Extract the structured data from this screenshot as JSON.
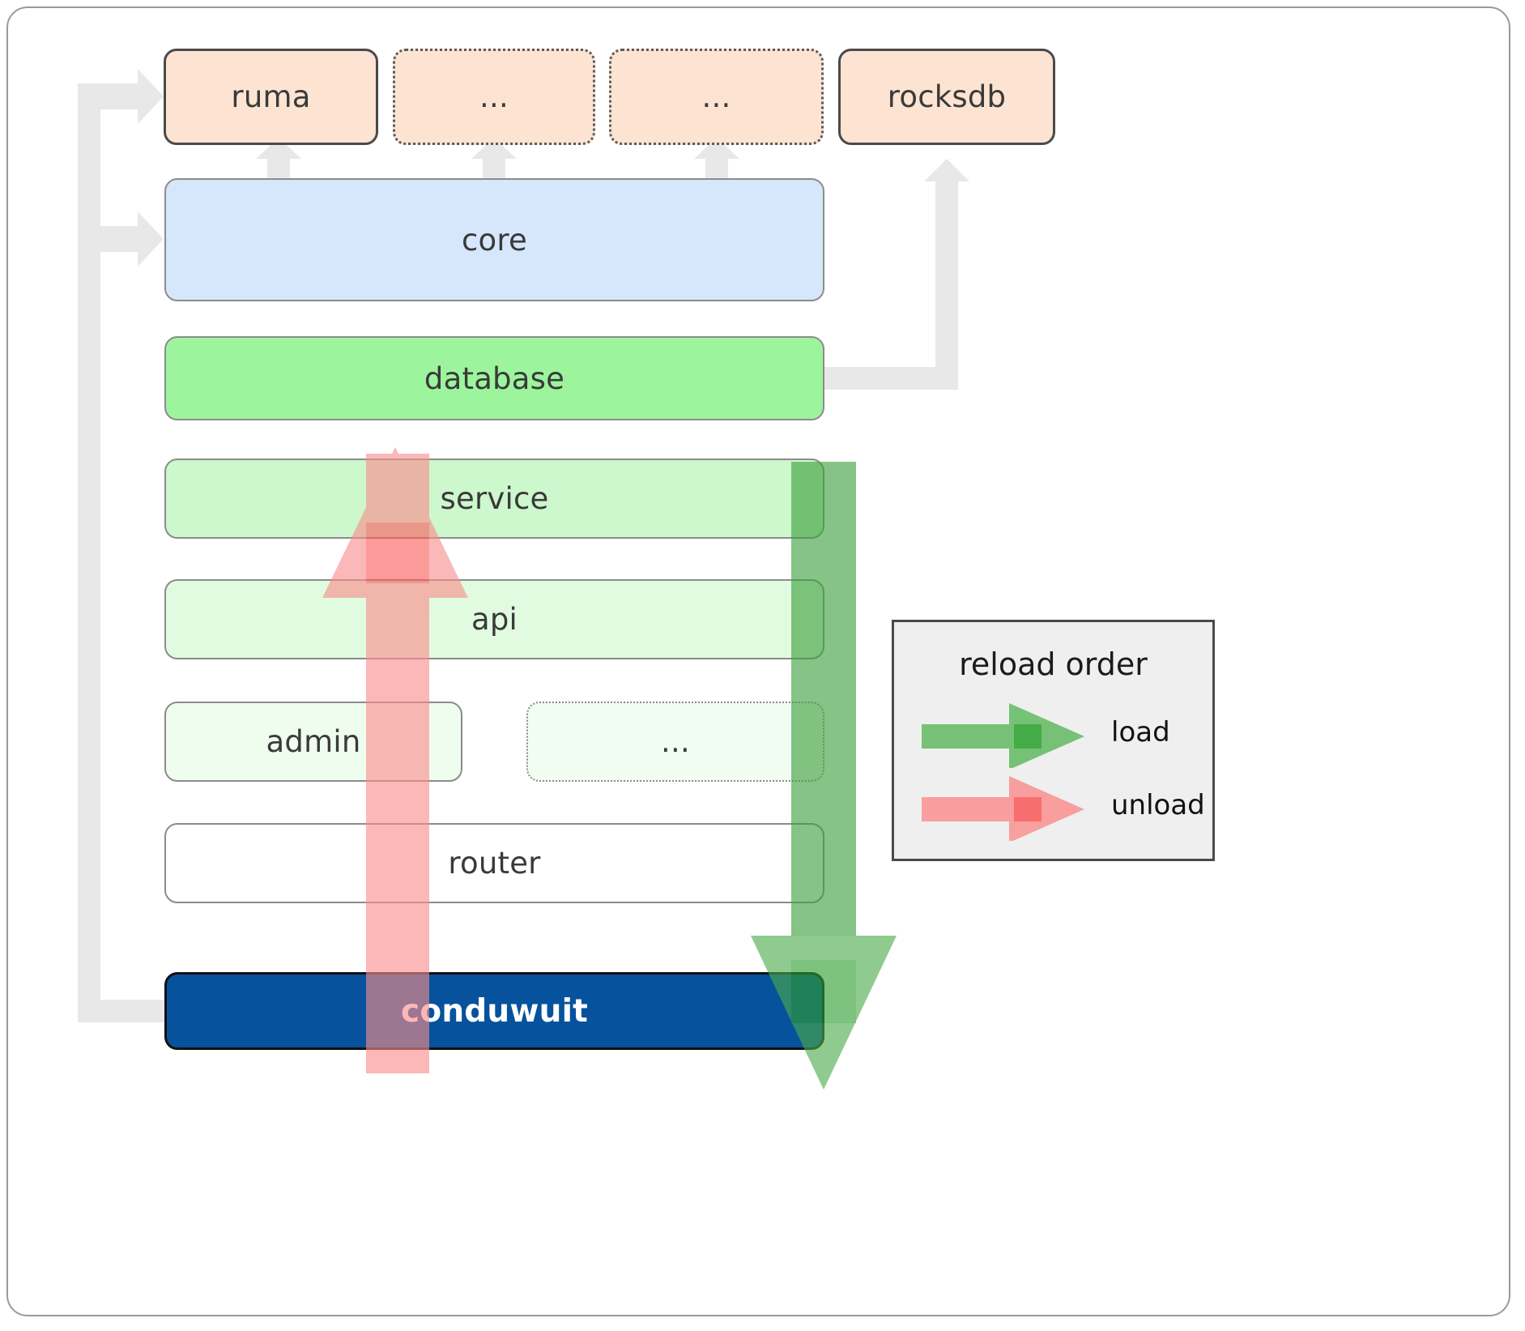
{
  "diagram": {
    "title": "conduwuit crate layer / reload order diagram",
    "colors": {
      "crate_fill": "#fde3d2",
      "core_fill": "#d6e7fb",
      "database_fill": "#9cf59c",
      "service_fill": "#cdf7cd",
      "api_fill": "#e1fbe1",
      "admin_fill": "#effdef",
      "router_fill": "#ffffff",
      "conduwuit_fill": "#07529c",
      "connector_gray": "#e8e8e8",
      "load_green": "#5cb85c",
      "load_green_dark": "#2e9e30",
      "unload_red": "#fa8d8d",
      "unload_red_dark": "#fb5d5d",
      "legend_bg": "#efefef",
      "border_gray": "#8c8c8c",
      "border_dark": "#4a4a4a"
    },
    "crates": [
      {
        "id": "ruma",
        "label": "ruma",
        "border": "solid"
      },
      {
        "id": "dots-1",
        "label": "...",
        "border": "dotted"
      },
      {
        "id": "dots-2",
        "label": "...",
        "border": "dotted"
      },
      {
        "id": "rocksdb",
        "label": "rocksdb",
        "border": "solid"
      }
    ],
    "layers": [
      {
        "id": "core",
        "label": "core"
      },
      {
        "id": "database",
        "label": "database"
      },
      {
        "id": "service",
        "label": "service"
      },
      {
        "id": "api",
        "label": "api"
      },
      {
        "id": "admin",
        "label": "admin"
      },
      {
        "id": "dots-3",
        "label": "..."
      },
      {
        "id": "router",
        "label": "router"
      },
      {
        "id": "conduwuit",
        "label": "conduwuit"
      }
    ],
    "legend": {
      "title": "reload order",
      "items": [
        {
          "id": "load",
          "label": "load",
          "color": "#5cb85c"
        },
        {
          "id": "unload",
          "label": "unload",
          "color": "#fa8d8d"
        }
      ]
    },
    "flow_arrows": [
      {
        "id": "unload-arrow",
        "direction": "up",
        "color": "#fa8d8d",
        "meaning": "unload"
      },
      {
        "id": "load-arrow",
        "direction": "down",
        "color": "#5cb85c",
        "meaning": "load"
      }
    ]
  }
}
